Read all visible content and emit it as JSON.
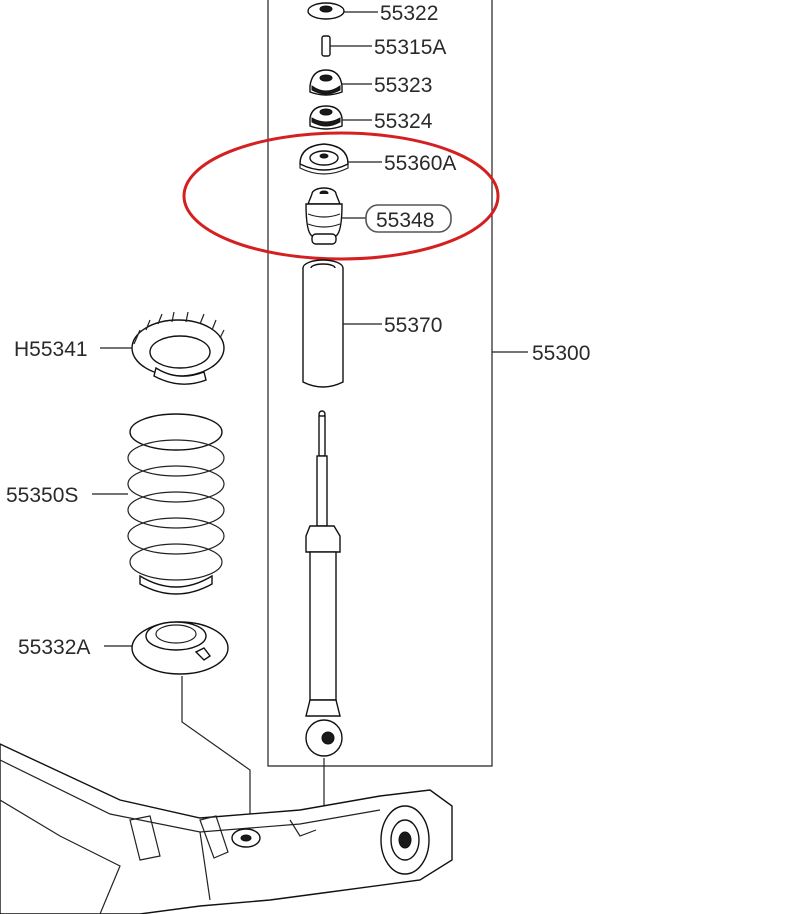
{
  "diagram": {
    "labels": {
      "p55322": "55322",
      "p55315A": "55315A",
      "p55323": "55323",
      "p55324": "55324",
      "p55360A": "55360A",
      "p55348": "55348",
      "p55370": "55370",
      "p55300": "55300",
      "pH55341": "H55341",
      "p55350S": "55350S",
      "p55332A": "55332A"
    },
    "highlight_color": "#d42020",
    "highlighted_part": "55348"
  }
}
